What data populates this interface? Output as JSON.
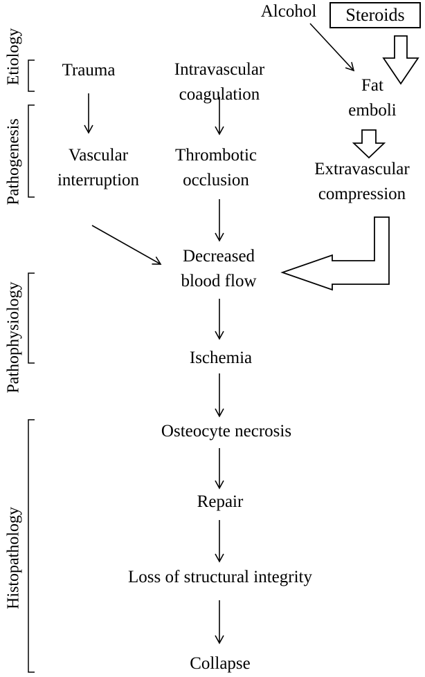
{
  "stages": {
    "etiology": "Etiology",
    "pathogenesis": "Pathogenesis",
    "pathophysiology": "Pathophysiology",
    "histopathology": "Histopathology"
  },
  "nodes": {
    "alcohol": "Alcohol",
    "steroids": "Steroids",
    "trauma": "Trauma",
    "intravascular_1": "Intravascular",
    "intravascular_2": "coagulation",
    "fat_1": "Fat",
    "fat_2": "emboli",
    "vascular_1": "Vascular",
    "vascular_2": "interruption",
    "thrombotic_1": "Thrombotic",
    "thrombotic_2": "occlusion",
    "extravascular_1": "Extravascular",
    "extravascular_2": "compression",
    "decreased_1": "Decreased",
    "decreased_2": "blood flow",
    "ischemia": "Ischemia",
    "osteocyte": "Osteocyte necrosis",
    "repair": "Repair",
    "loss": "Loss of structural integrity",
    "collapse": "Collapse"
  }
}
